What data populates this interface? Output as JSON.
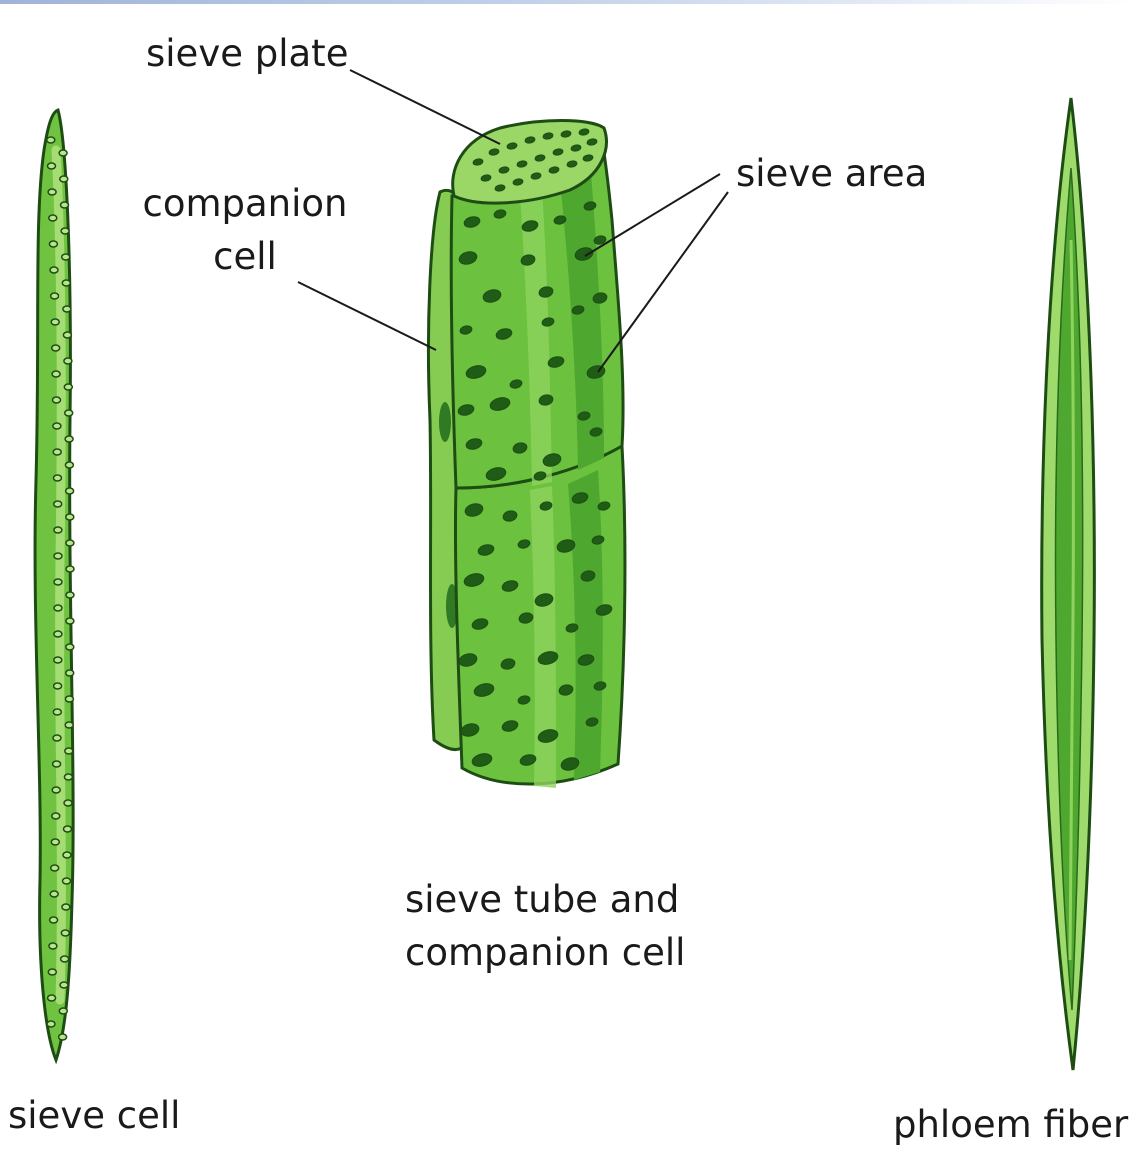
{
  "labels": {
    "sieve_plate": "sieve plate",
    "companion_cell_line1": "companion",
    "companion_cell_line2": "cell",
    "sieve_area": "sieve area",
    "sieve_tube_line1": "sieve tube and",
    "sieve_tube_line2": "companion cell",
    "sieve_cell": "sieve cell",
    "phloem_fiber": "phloem fiber"
  },
  "colors": {
    "outline": "#1e4d14",
    "light_green": "#8fd15a",
    "mid_green": "#66bd3a",
    "dark_green": "#3f9a2a",
    "pore": "#1f5c16",
    "pore_light": "#b8e58b"
  }
}
